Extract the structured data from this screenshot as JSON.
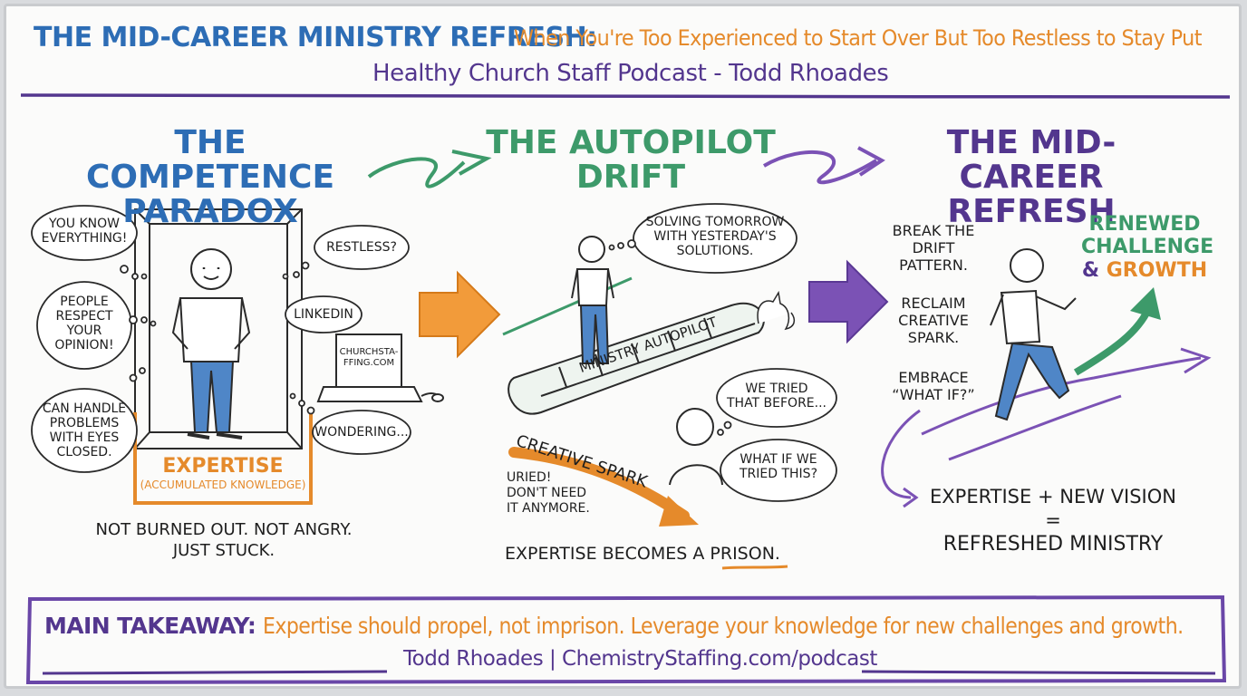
{
  "header": {
    "title_main": "THE MID-CAREER MINISTRY REFRESH:",
    "title_sub": "When You're Too Experienced to Start Over But Too Restless to Stay Put",
    "byline": "Healthy Church Staff Podcast - Todd Rhoades"
  },
  "section1": {
    "title": "THE COMPETENCE\nPARADOX",
    "bubbles": [
      "YOU KNOW\nEVERYTHING!",
      "PEOPLE\nRESPECT\nYOUR\nOPINION!",
      "CAN HANDLE\nPROBLEMS\nWITH EYES\nCLOSED.",
      "RESTLESS?",
      "LINKEDIN",
      "WONDERING..."
    ],
    "laptop_text": "CHURCHSTA-\nFFING.COM",
    "expertise_label": "EXPERTISE",
    "expertise_sub": "(ACCUMULATED KNOWLEDGE)",
    "caption": "NOT BURNED OUT. NOT ANGRY.\nJUST STUCK."
  },
  "section2": {
    "title": "THE AUTOPILOT\nDRIFT",
    "bubble_top": "SOLVING TOMORROW\nWITH YESTERDAY'S\nSOLUTIONS.",
    "treadmill_label": "MINISTRY AUTOPILOT",
    "bubble_tried": "WE TRIED\nTHAT BEFORE...",
    "bubble_whatif": "WHAT IF WE\nTRIED THIS?",
    "spark_label": "CREATIVE SPARK",
    "buried_text": "URIED!\nDON'T NEED\nIT ANYMORE.",
    "caption_pre": "EXPERTISE BECOMES A ",
    "caption_emph": "PRISON."
  },
  "section3": {
    "title": "THE MID-CAREER\nREFRESH",
    "steps": [
      "BREAK THE\nDRIFT\nPATTERN.",
      "RECLAIM\nCREATIVE\nSPARK.",
      "EMBRACE\n“WHAT IF?”"
    ],
    "renewed_1": "RENEWED\nCHALLENGE",
    "renewed_amp": "& ",
    "renewed_growth": "GROWTH",
    "equation_1": "EXPERTISE + NEW VISION",
    "equation_eq": "=",
    "equation_2": "REFRESHED MINISTRY"
  },
  "footer": {
    "takeaway_label": "MAIN TAKEAWAY:",
    "takeaway_text": "Expertise should propel, not imprison. Leverage your knowledge for new challenges and growth.",
    "credit": "Todd Rhoades | ChemistryStaffing.com/podcast"
  },
  "colors": {
    "blue": "#2d6db5",
    "orange": "#e58a2b",
    "purple": "#53368e",
    "green": "#3d9a6a"
  }
}
